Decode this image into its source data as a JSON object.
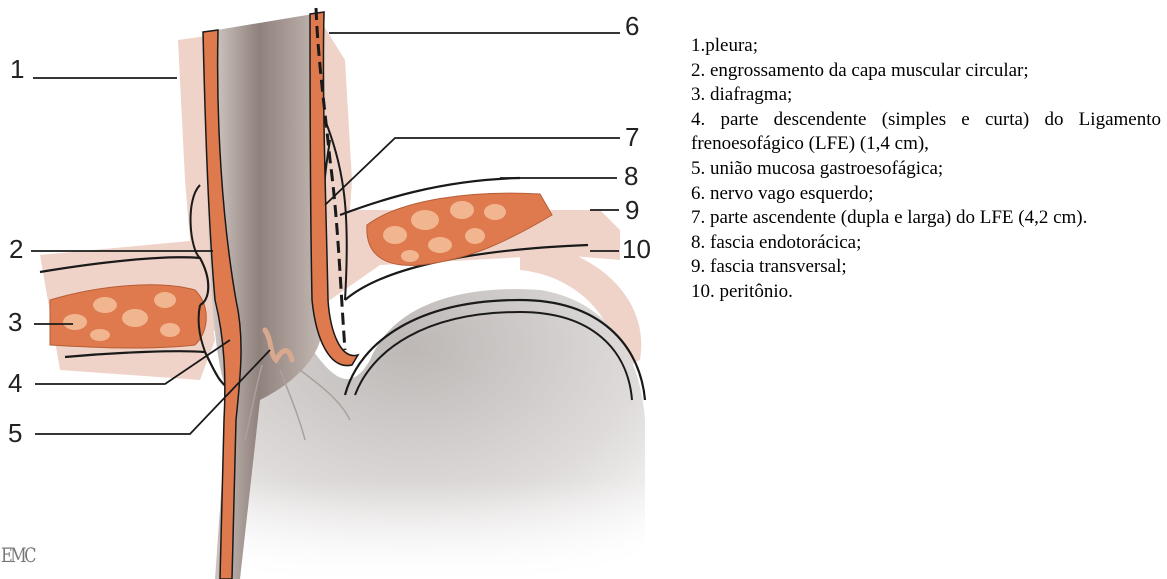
{
  "labels": [
    "1",
    "2",
    "3",
    "4",
    "5",
    "6",
    "7",
    "8",
    "9",
    "10"
  ],
  "legend": [
    "1.pleura;",
    "2. engrossamento da capa muscular circular;",
    "3. diafragma;",
    "4. parte descendente (simples e curta) do Ligamento frenoesofágico (LFE) (1,4 cm),",
    "5. união mucosa gastroesofágica;",
    "6. nervo vago esquerdo;",
    "7. parte ascendente (dupla e larga) do LFE (4,2 cm).",
    "8. fascia endotorácica;",
    "9. fascia transversal;",
    "10. peritônio."
  ],
  "logo": "EMC",
  "colors": {
    "pleura": "#efd3c8",
    "muscle": "#de7a4e",
    "muscle_pattern": "#f1b58f",
    "esophagus_lumen": "#8d7f7b",
    "stomach": "#d9d6d4",
    "lines": "#1a1a1a"
  }
}
